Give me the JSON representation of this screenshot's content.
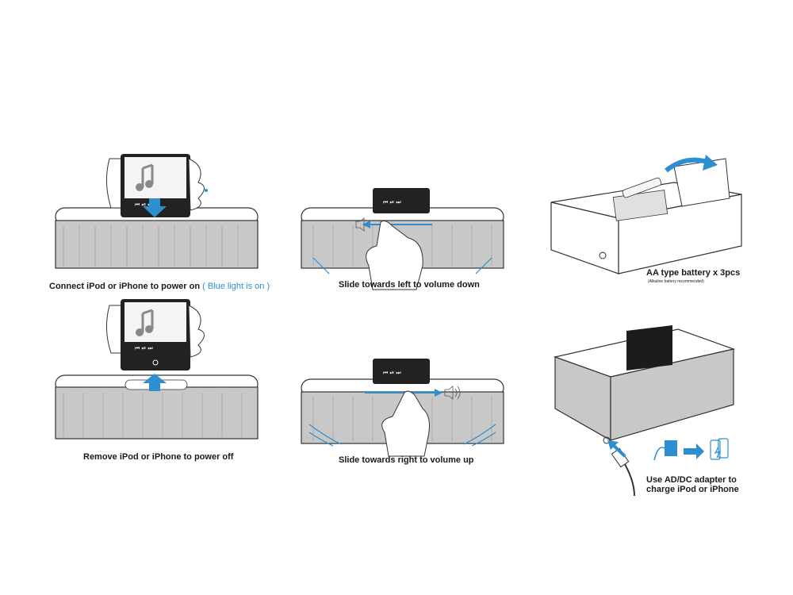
{
  "colors": {
    "accent": "#2d8fd0",
    "line": "#333333",
    "grille": "#c8c8c8"
  },
  "captions": {
    "connect": "Connect iPod or iPhone to power on",
    "connect_note": "( Blue light is on )",
    "slide_left": "Slide towards left to volume down",
    "battery": "AA type battery x 3pcs",
    "battery_note": "(Alkaline battery recommended)",
    "remove": "Remove iPod or iPhone to power off",
    "slide_right": "Slide towards right to volume up",
    "adapter_line1": "Use AD/DC adapter to",
    "adapter_line2": "charge iPod or iPhone"
  },
  "icons": {
    "music": "music-note-icon",
    "phone_controls": [
      "rewind-icon",
      "play-pause-icon",
      "fast-forward-icon"
    ],
    "speaker": "speaker-volume-icon",
    "adapter": "ac-adapter-icon",
    "charge": "charge-phone-icon"
  }
}
